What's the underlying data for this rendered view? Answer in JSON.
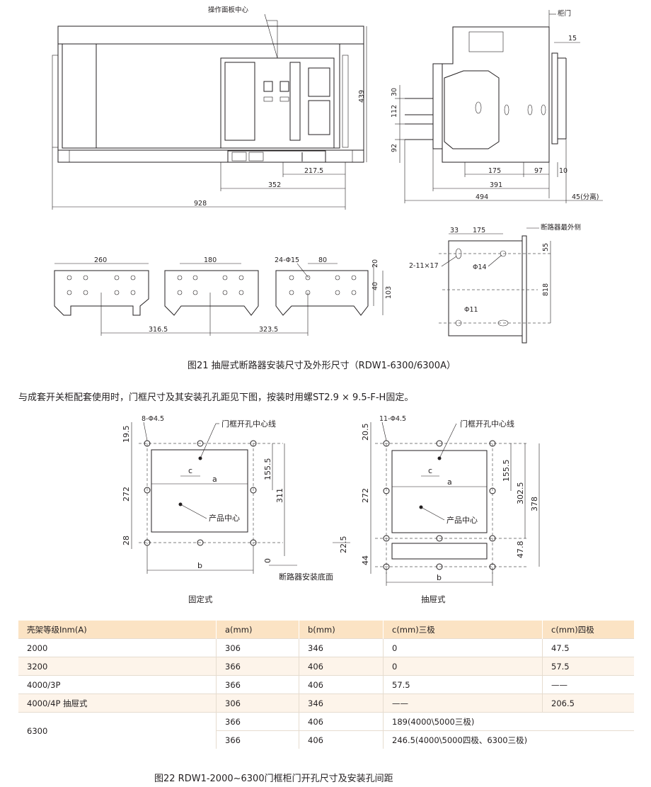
{
  "fig21": {
    "caption": "图21  抽屉式断路器安装尺寸及外形尺寸（RDW1-6300/6300A）",
    "front": {
      "label_panel_center": "操作面板中心",
      "dim_height": "439",
      "dim_217": "217.5",
      "dim_352": "352",
      "dim_928": "928"
    },
    "side": {
      "label_door": "柜门",
      "dim_15": "15",
      "dim_30": "30",
      "dim_112": "112",
      "dim_92": "92",
      "dim_175": "175",
      "dim_97": "97",
      "dim_10": "10",
      "dim_391": "391",
      "dim_494": "494",
      "dim_45": "45(分离)"
    },
    "busbars": {
      "dim_260": "260",
      "dim_180": "180",
      "dim_holes": "24-Φ15",
      "dim_80": "80",
      "dim_20": "20",
      "dim_40": "40",
      "dim_103": "103",
      "dim_316": "316.5",
      "dim_323": "323.5"
    },
    "mount": {
      "label_outer": "断路器最外侧",
      "dim_33": "33",
      "dim_175": "175",
      "dim_slot": "2-11×17",
      "dim_phi14": "Φ14",
      "dim_phi11": "Φ11",
      "dim_55": "55",
      "dim_818": "818"
    }
  },
  "note": "与成套开关柜配套使用时，门框尺寸及其安装孔孔距见下图，按装时用螺ST2.9 × 9.5-F-H固定。",
  "fixed": {
    "title": "固定式",
    "holes": "8-Φ4.5",
    "door_center": "门框开孔中心线",
    "product_center": "产品中心",
    "dim_c": "c",
    "dim_a": "a",
    "dim_b": "b",
    "dim_195": "19.5",
    "dim_272": "272",
    "dim_28": "28",
    "dim_1555": "155.5",
    "dim_311": "311",
    "dim_225": "22.5",
    "dim_0": "0",
    "base_label": "断路器安装底面"
  },
  "drawout": {
    "title": "抽屉式",
    "holes": "11-Φ4.5",
    "door_center": "门框开孔中心线",
    "product_center": "产品中心",
    "dim_c": "c",
    "dim_a": "a",
    "dim_b": "b",
    "dim_205": "20.5",
    "dim_272": "272",
    "dim_44": "44",
    "dim_1555": "155.5",
    "dim_3025": "302.5",
    "dim_378": "378",
    "dim_478": "47.8"
  },
  "table": {
    "headers": [
      "壳架等级Inm(A)",
      "a(mm)",
      "b(mm)",
      "c(mm)三极",
      "c(mm)四极"
    ],
    "rows": [
      [
        "2000",
        "306",
        "346",
        "0",
        "47.5"
      ],
      [
        "3200",
        "366",
        "406",
        "0",
        "57.5"
      ],
      [
        "4000/3P",
        "366",
        "406",
        "57.5",
        "——"
      ],
      [
        "4000/4P  抽屉式",
        "306",
        "346",
        "——",
        "206.5"
      ]
    ],
    "row6300_label": "6300",
    "row6300a": [
      "366",
      "406",
      "189(4000\\5000三极)"
    ],
    "row6300b": [
      "366",
      "406",
      "246.5(4000\\5000四极、6300三极)"
    ]
  },
  "fig22": {
    "caption": "图22  RDW1-2000~6300门框柜门开孔尺寸及安装孔间距"
  }
}
